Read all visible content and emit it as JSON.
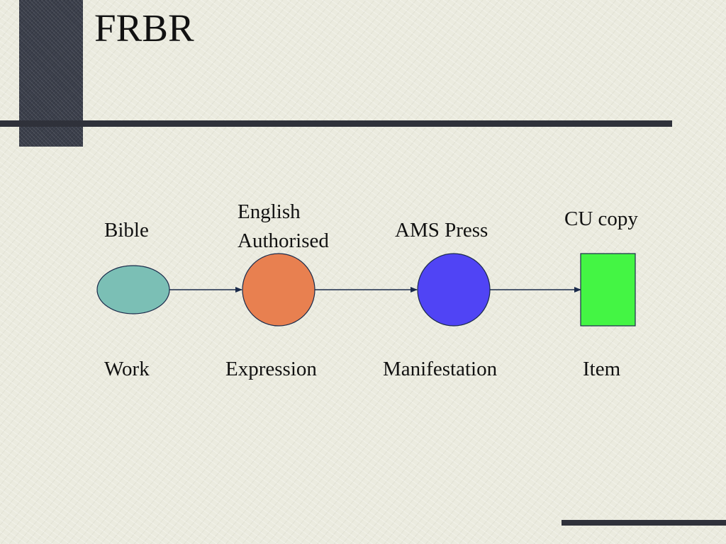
{
  "slide": {
    "title": "FRBR"
  },
  "diagram": {
    "nodes": [
      {
        "id": "work",
        "shape": "ellipse",
        "fill": "#7bbfb5",
        "top_label": "Bible",
        "bottom_label": "Work"
      },
      {
        "id": "expression",
        "shape": "circle",
        "fill": "#e88050",
        "top_label_line1": "English",
        "top_label_line2": "Authorised",
        "bottom_label": "Expression"
      },
      {
        "id": "manifestation",
        "shape": "circle",
        "fill": "#5044f5",
        "top_label": "AMS Press",
        "bottom_label": "Manifestation"
      },
      {
        "id": "item",
        "shape": "rectangle",
        "fill": "#44f544",
        "top_label": "CU copy",
        "bottom_label": "Item"
      }
    ],
    "edges": [
      {
        "from": "work",
        "to": "expression"
      },
      {
        "from": "expression",
        "to": "manifestation"
      },
      {
        "from": "manifestation",
        "to": "item"
      }
    ]
  }
}
